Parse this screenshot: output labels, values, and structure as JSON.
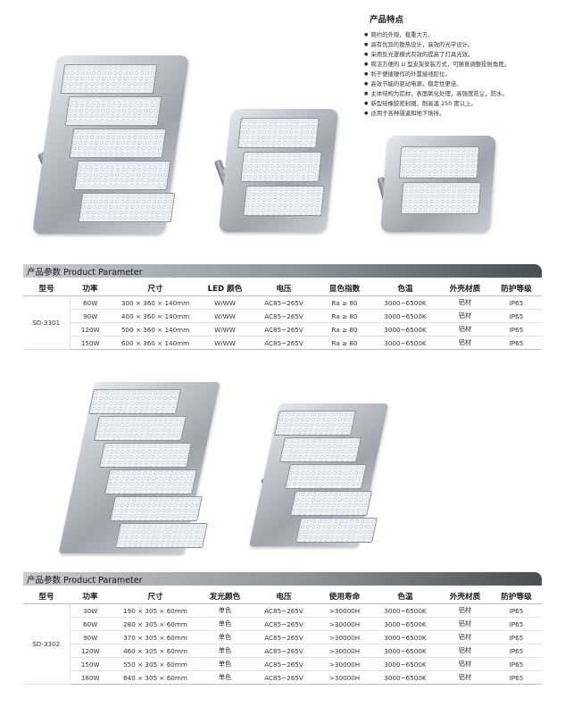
{
  "features": {
    "title": "产品特点",
    "items": [
      "简约的外观，稳重大方。",
      "具有优异的散热设计，高效的光学设计。",
      "采用反光罩模式有效的提高了灯具光效。",
      "简洁方便的 U 型支架安装方式，可随意调整投射角度。",
      "利于便捷操作的外置接线腔位。",
      "高效节能的驱动电源，稳定性更佳。",
      "主体结构为铝材，表面氧化处理，高强度防尘，防水。",
      "新型硅橡胶密封圈，耐高温 250 度以上。",
      "适用于各种隧道和地下场所。"
    ]
  },
  "section1": {
    "title": "产品参数 Product Parameter",
    "headers": [
      "型号",
      "功率",
      "尺寸",
      "LED 颜色",
      "电压",
      "显色指数",
      "色温",
      "外壳材质",
      "防护等级"
    ],
    "model": "SD-3301",
    "rows": [
      [
        "60W",
        "300 × 360 × 140mm",
        "W/WW",
        "AC85~265V",
        "Ra ≥ 80",
        "3000~6500K",
        "铝材",
        "IP65"
      ],
      [
        "90W",
        "400 × 360 × 140mm",
        "W/WW",
        "AC85~265V",
        "Ra ≥ 80",
        "3000~6500K",
        "铝材",
        "IP65"
      ],
      [
        "120W",
        "500 × 360 × 140mm",
        "W/WW",
        "AC85~265V",
        "Ra ≥ 80",
        "3000~6500K",
        "铝材",
        "IP65"
      ],
      [
        "150W",
        "600 × 360 × 140mm",
        "W/WW",
        "AC85~265V",
        "Ra ≥ 80",
        "3000~6500K",
        "铝材",
        "IP65"
      ]
    ]
  },
  "section2": {
    "title": "产品参数 Product Parameter",
    "headers": [
      "型号",
      "功率",
      "尺寸",
      "发光颜色",
      "电压",
      "使用寿命",
      "色温",
      "外壳材质",
      "防护等级"
    ],
    "model": "SD-3302",
    "rows": [
      [
        "30W",
        "190 × 305 × 60mm",
        "单色",
        "AC85~265V",
        ">30000H",
        "3000~6500K",
        "铝材",
        "IP65"
      ],
      [
        "60W",
        "280 × 305 × 60mm",
        "单色",
        "AC85~265V",
        ">30000H",
        "3000~6500K",
        "铝材",
        "IP65"
      ],
      [
        "90W",
        "370 × 305 × 60mm",
        "单色",
        "AC85~265V",
        ">30000H",
        "3000~6500K",
        "铝材",
        "IP65"
      ],
      [
        "120W",
        "460 × 305 × 60mm",
        "单色",
        "AC85~265V",
        ">30000H",
        "3000~6500K",
        "铝材",
        "IP65"
      ],
      [
        "150W",
        "550 × 305 × 60mm",
        "单色",
        "AC85~265V",
        ">30000H",
        "3000~6500K",
        "铝材",
        "IP65"
      ],
      [
        "180W",
        "640 × 305 × 60mm",
        "单色",
        "AC85~265V",
        ">30000H",
        "3000~6500K",
        "铝材",
        "IP65"
      ]
    ]
  },
  "colors": {
    "bar_light": "#c9cbce",
    "bar_dark": "#4a4d52",
    "rule": "#bfbfbf"
  }
}
